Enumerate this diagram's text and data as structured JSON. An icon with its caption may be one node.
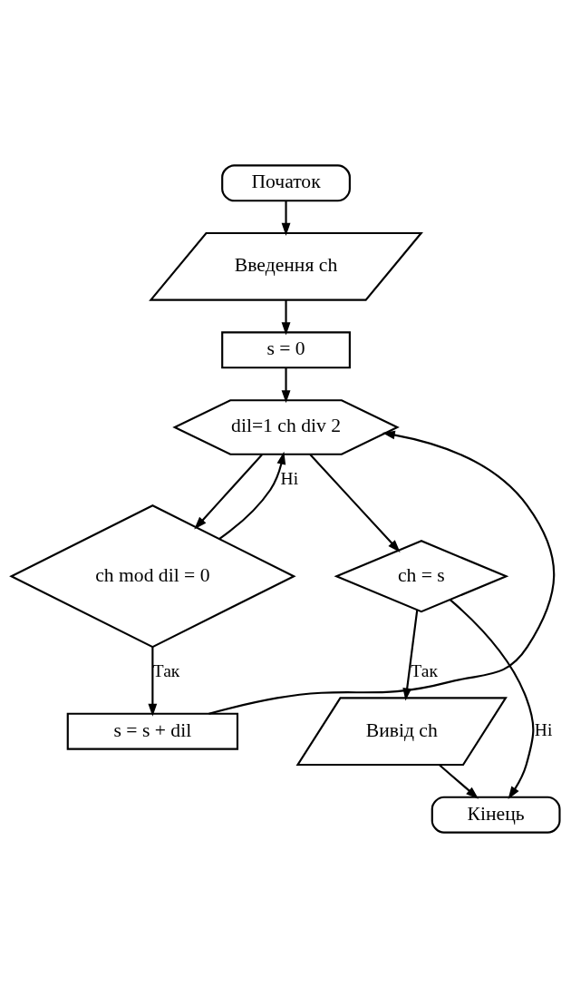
{
  "diagram": {
    "nodes": [
      {
        "text": [
          "Початок"
        ]
      },
      {
        "text": [
          "Введення ch"
        ]
      },
      {
        "text": [
          "s = 0"
        ]
      },
      {
        "text": [
          "dil=1 ch div 2"
        ]
      },
      {
        "text": [
          "ch mod dil = 0"
        ]
      },
      {
        "text": [
          "s = s + dil"
        ]
      },
      {
        "text": [
          "ch = s"
        ]
      },
      {
        "text": [
          "Вивід ch"
        ]
      },
      {
        "text": [
          "Кінець"
        ]
      }
    ],
    "edges": [
      {
        "from": 0,
        "to": 1,
        "arrow": "to"
      },
      {
        "from": 1,
        "to": 2,
        "arrow": "to"
      },
      {
        "from": 2,
        "to": 3,
        "arrow": "to"
      },
      {
        "from": 3,
        "to": 4,
        "arrow": "to"
      },
      {
        "from": 4,
        "to": 5,
        "arrow": "to",
        "label": "Так"
      },
      {
        "from": 4,
        "to": 3,
        "arrow": "to",
        "label": "Ні"
      },
      {
        "from": 5,
        "to": 3,
        "arrow": "to"
      },
      {
        "from": 3,
        "to": 6,
        "arrow": "to"
      },
      {
        "from": 6,
        "to": 7,
        "arrow": "to",
        "label": "Так"
      },
      {
        "from": 6,
        "to": 8,
        "arrow": "to",
        "label": "Ні"
      },
      {
        "from": 7,
        "to": 8,
        "arrow": "to"
      }
    ]
  }
}
